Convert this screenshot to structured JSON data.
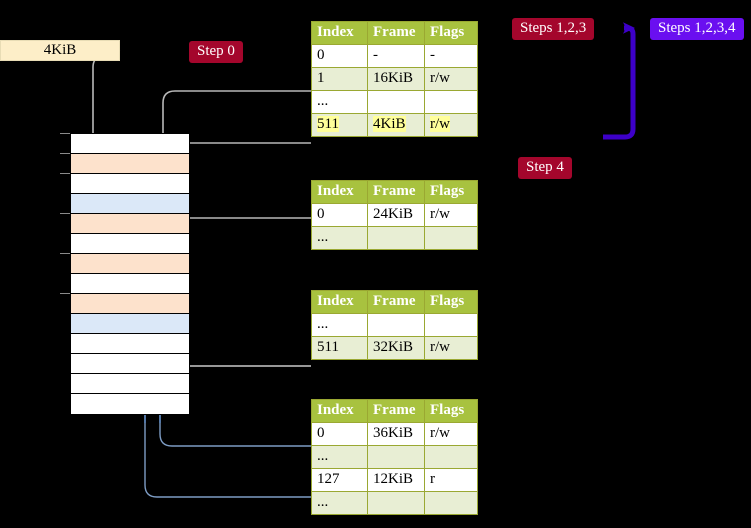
{
  "diagram": {
    "title_box": {
      "label": "4KiB"
    },
    "badges": [
      {
        "id": "step0",
        "label": "Step 0",
        "color": "#a4062c"
      },
      {
        "id": "steps123",
        "label": "Steps 1,2,3",
        "color": "#a4062c"
      },
      {
        "id": "step4",
        "label": "Step 4",
        "color": "#a4062c"
      },
      {
        "id": "steps1234",
        "label": "Steps 1,2,3,4",
        "color": "#6a0ff0"
      }
    ],
    "colors": {
      "background": "#000000",
      "table_header": "#a8c23f",
      "table_border": "#9aa832",
      "table_row_alt": "#e8eed4",
      "memory_peach": "#fde2cc",
      "memory_blue": "#dbe8f8",
      "kib_box": "#fdeec8",
      "highlight": "#ffff99",
      "bracket_violet": "#3d00c8",
      "wire_gray": "#b3b3b3",
      "wire_blue": "#7d9cc4"
    },
    "memory_grid": {
      "name": "physical-memory-column",
      "rows": [
        {
          "fill": "white"
        },
        {
          "fill": "peach"
        },
        {
          "fill": "white"
        },
        {
          "fill": "blue"
        },
        {
          "fill": "peach"
        },
        {
          "fill": "white"
        },
        {
          "fill": "peach"
        },
        {
          "fill": "white"
        },
        {
          "fill": "peach"
        },
        {
          "fill": "blue"
        },
        {
          "fill": "white"
        },
        {
          "fill": "white"
        },
        {
          "fill": "white"
        },
        {
          "fill": "white"
        }
      ]
    },
    "tables": [
      {
        "id": "table1",
        "headers": [
          "Index",
          "Frame",
          "Flags"
        ],
        "rows": [
          {
            "cells": [
              "0",
              "-",
              "-"
            ],
            "highlight": false
          },
          {
            "cells": [
              "1",
              "16KiB",
              "r/w"
            ],
            "highlight": false
          },
          {
            "cells": [
              "...",
              "",
              ""
            ],
            "highlight": false
          },
          {
            "cells": [
              "511",
              "4KiB",
              "r/w"
            ],
            "highlight": true
          }
        ]
      },
      {
        "id": "table2",
        "headers": [
          "Index",
          "Frame",
          "Flags"
        ],
        "rows": [
          {
            "cells": [
              "0",
              "24KiB",
              "r/w"
            ],
            "highlight": false
          },
          {
            "cells": [
              "...",
              "",
              ""
            ],
            "highlight": false
          }
        ]
      },
      {
        "id": "table3",
        "headers": [
          "Index",
          "Frame",
          "Flags"
        ],
        "rows": [
          {
            "cells": [
              "...",
              "",
              ""
            ],
            "highlight": false
          },
          {
            "cells": [
              "511",
              "32KiB",
              "r/w"
            ],
            "highlight": false
          }
        ]
      },
      {
        "id": "table4",
        "headers": [
          "Index",
          "Frame",
          "Flags"
        ],
        "rows": [
          {
            "cells": [
              "0",
              "36KiB",
              "r/w"
            ],
            "highlight": false
          },
          {
            "cells": [
              "...",
              "",
              ""
            ],
            "highlight": false
          },
          {
            "cells": [
              "127",
              "12KiB",
              "r"
            ],
            "highlight": false
          },
          {
            "cells": [
              "...",
              "",
              ""
            ],
            "highlight": false
          }
        ]
      }
    ]
  }
}
